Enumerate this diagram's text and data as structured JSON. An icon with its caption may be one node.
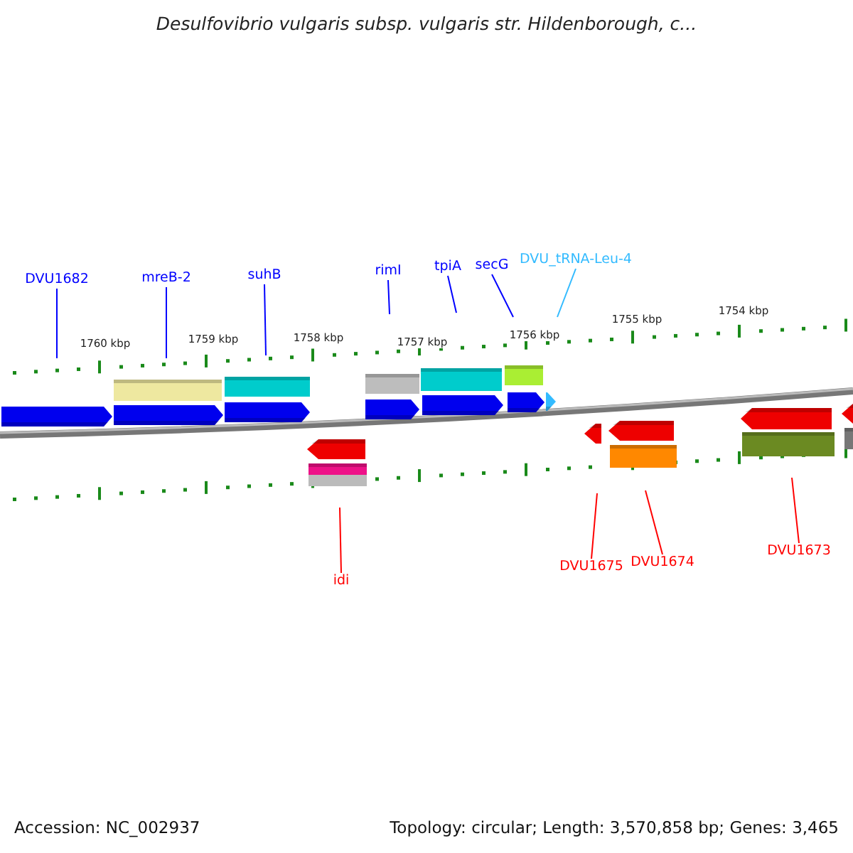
{
  "diagram": {
    "title": "Desulfovibrio vulgaris subsp. vulgaris str. Hildenborough, c...",
    "nodes": [
      {
        "text": [
          "DVU1682"
        ]
      },
      {
        "text": [
          "mreB-2"
        ]
      },
      {
        "text": [
          "suhB"
        ]
      },
      {
        "text": [
          "rimI"
        ]
      },
      {
        "text": [
          "tpiA"
        ]
      },
      {
        "text": [
          "secG"
        ]
      },
      {
        "text": [
          "DVU_tRNA-Leu-4"
        ]
      },
      {
        "text": [
          "idi"
        ]
      },
      {
        "text": [
          "DVU1675"
        ]
      },
      {
        "text": [
          "DVU1674"
        ]
      },
      {
        "text": [
          "DVU1673"
        ]
      }
    ],
    "edges": [
      {
        "from": 0,
        "to": null,
        "arrow": "none"
      },
      {
        "from": 1,
        "to": null,
        "arrow": "none"
      },
      {
        "from": 2,
        "to": null,
        "arrow": "none"
      },
      {
        "from": 3,
        "to": null,
        "arrow": "none"
      },
      {
        "from": 4,
        "to": null,
        "arrow": "none"
      },
      {
        "from": 5,
        "to": null,
        "arrow": "none"
      },
      {
        "from": 6,
        "to": null,
        "arrow": "none",
        "color": "#33bbff"
      },
      {
        "from": 7,
        "to": null,
        "arrow": "none",
        "color": "#ff0000"
      },
      {
        "from": 8,
        "to": null,
        "arrow": "none",
        "color": "#ff0000"
      },
      {
        "from": 9,
        "to": null,
        "arrow": "none",
        "color": "#ff0000"
      },
      {
        "from": 10,
        "to": null,
        "arrow": "none",
        "color": "#ff0000"
      }
    ],
    "labels": [
      "1760 kbp",
      "1759 kbp",
      "1758 kbp",
      "1757 kbp",
      "1756 kbp",
      "1755 kbp",
      "1754 kbp",
      "Accession: NC_002937",
      "Topology: circular; Length: 3,570,858 bp; Genes: 3,465"
    ]
  }
}
